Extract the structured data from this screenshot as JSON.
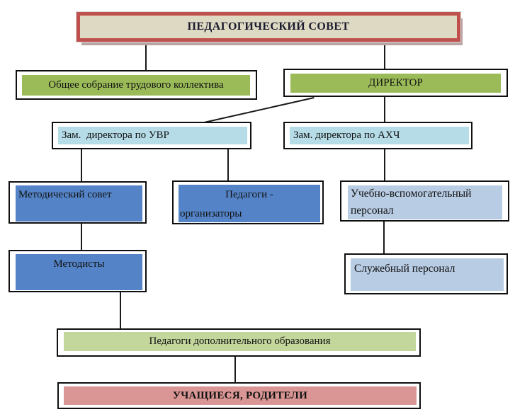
{
  "title": {
    "label": "ПЕДАГОГИЧЕСКИЙ СОВЕТ"
  },
  "nodes": {
    "obshchee_sobranie": {
      "label": "Общее собрание трудового коллектива"
    },
    "director": {
      "label": "ДИРЕКТОР"
    },
    "zam_uvr": {
      "label": "Зам.  директора по УВР"
    },
    "zam_ahch": {
      "label": "Зам. директора по АХЧ"
    },
    "metod_sovet": {
      "label": "Методический совет"
    },
    "pedagogi_organizatory": {
      "label_line1": "Педагоги -",
      "label_line2": "организаторы"
    },
    "uchebno_vspomogatelny": {
      "label": "Учебно-вспомогательный персонал"
    },
    "metodisty": {
      "label": "Методисты"
    },
    "sluzhebny_personal": {
      "label": "Служебный персонал"
    },
    "pedagogi_dop_obrazovaniya": {
      "label": "Педагоги дополнительного образования"
    },
    "uchashchiesya_roditeli": {
      "label": "УЧАЩИЕСЯ, РОДИТЕЛИ"
    }
  },
  "colors": {
    "title_border": "#C0504D",
    "title_bg": "#DDD9C3",
    "title_shadow": "#B9A4A4",
    "green": "#9BBB59",
    "light_blue": "#B6DCE8",
    "medium_blue": "#5484C7",
    "periwinkle": "#B8CCE4",
    "light_green": "#C3D69B",
    "rose": "#D99694",
    "line": "#1a1a1a"
  }
}
